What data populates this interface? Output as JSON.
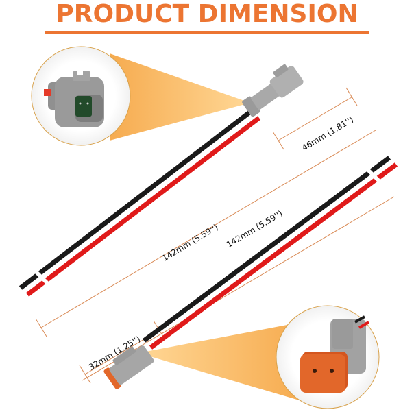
{
  "header": {
    "title": "PRODUCT DIMENSION"
  },
  "colors": {
    "accent": "#ec7532",
    "dimension_line": "#d98a55",
    "connector_gray": "#9a9a9a",
    "seal_orange": "#e2672a",
    "wire_red": "#e01a1a",
    "wire_black": "#1a1a1a"
  },
  "dimensions": {
    "male_connector_length": "46mm (1.81'')",
    "male_cable_length": "142mm (5.59'')",
    "female_cable_length": "142mm (5.59'')",
    "female_connector_length": "32mm (1.25'')"
  },
  "callouts": {
    "top_left": "male-connector-closeup",
    "bottom_right": "female-connector-closeup"
  }
}
